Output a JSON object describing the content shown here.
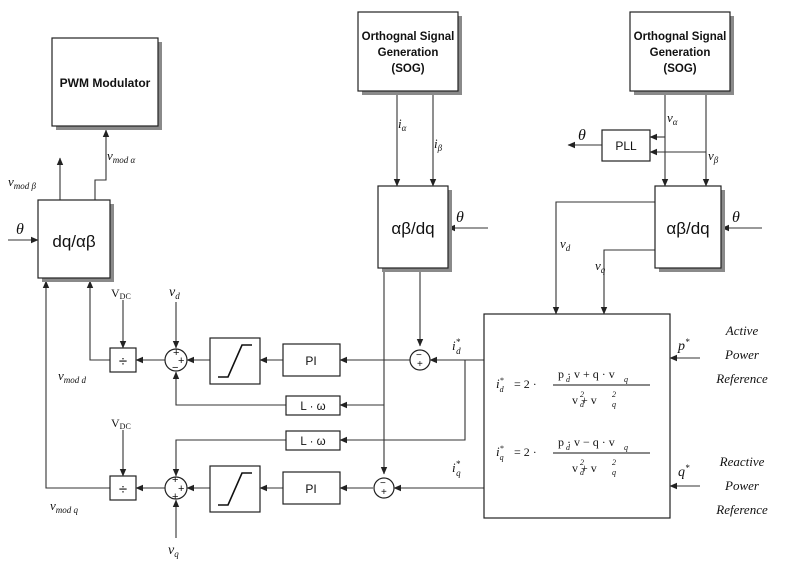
{
  "blocks": {
    "pwm": "PWM Modulator",
    "sog_left": [
      "Orthognal Signal",
      "Generation",
      "(SOG)"
    ],
    "sog_right": [
      "Orthognal Signal",
      "Generation",
      "(SOG)"
    ],
    "dq_ab": "dq/αβ",
    "ab_dq_mid": "αβ/dq",
    "ab_dq_right": "αβ/dq",
    "pll": "PLL",
    "pi_top": "PI",
    "pi_bottom": "PI",
    "lw_top": "L · ω",
    "lw_bottom": "L · ω",
    "div_top": "÷",
    "div_bottom": "÷"
  },
  "signals": {
    "theta": "θ",
    "v_mod": "v",
    "sub_mod_b": "mod β",
    "sub_mod_a": "mod α",
    "sub_mod_d": "mod d",
    "sub_mod_q": "mod q",
    "i": "i",
    "sub_alpha": "α",
    "sub_beta": "β",
    "v": "v",
    "sub_d": "d",
    "sub_q": "q",
    "vdc": "V",
    "sub_dc": "DC",
    "star": "*",
    "p_star": "p",
    "q_star": "q"
  },
  "signs": {
    "plus": "+",
    "minus": "−"
  },
  "equations": {
    "id_lhs": "i",
    "iq_lhs": "i",
    "eq_sign": "= 2 ·",
    "id_num": "p · v + q · v",
    "iq_num": "p · v − q · v",
    "den": "v + v",
    "sq": "2"
  },
  "references": {
    "active": [
      "Active",
      "Power",
      "Reference"
    ],
    "reactive": [
      "Reactive",
      "Power",
      "Reference"
    ]
  }
}
